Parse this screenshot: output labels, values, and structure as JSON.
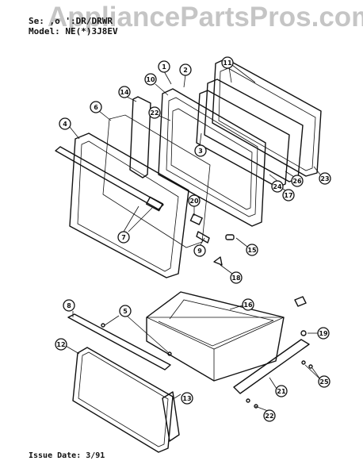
{
  "header": {
    "section_line": "Se: ,o ':DR/DRWR",
    "model_line": "Model: NE(*)3J8EV"
  },
  "watermark": "AppliancePartsPros.com",
  "footer": {
    "issue": "Issue Date: 3/91"
  },
  "callouts": [
    "1",
    "2",
    "10",
    "11",
    "14",
    "6",
    "22",
    "3",
    "4",
    "20",
    "9",
    "15",
    "7",
    "24",
    "26",
    "23",
    "17",
    "18",
    "16",
    "5",
    "8",
    "12",
    "19",
    "25",
    "21",
    "13",
    "22"
  ]
}
